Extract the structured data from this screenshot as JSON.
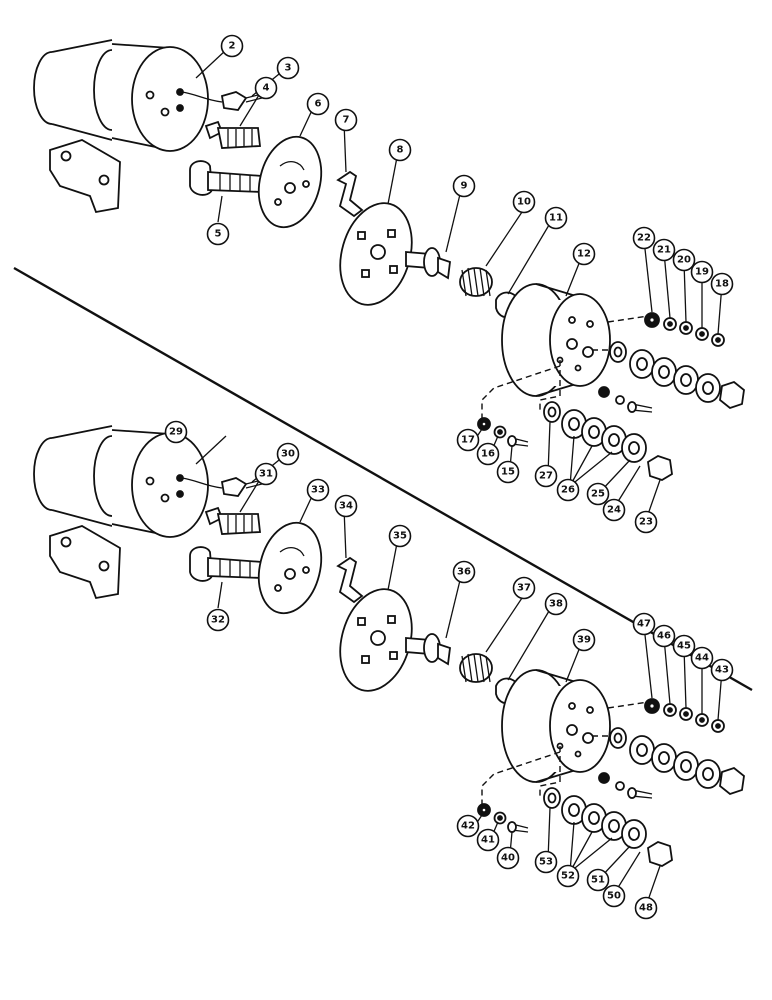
{
  "callouts": [
    "2",
    "3",
    "4",
    "5",
    "6",
    "7",
    "8",
    "9",
    "10",
    "11",
    "12",
    "18",
    "19",
    "20",
    "21",
    "22",
    "17",
    "16",
    "15",
    "27",
    "26",
    "25",
    "24",
    "23",
    "29",
    "30",
    "31",
    "32",
    "33",
    "34",
    "35",
    "36",
    "37",
    "38",
    "39",
    "43",
    "44",
    "45",
    "46",
    "47",
    "42",
    "41",
    "40",
    "53",
    "52",
    "51",
    "50",
    "48"
  ],
  "colors": {
    "ink": "#111111",
    "paper": "#ffffff"
  }
}
